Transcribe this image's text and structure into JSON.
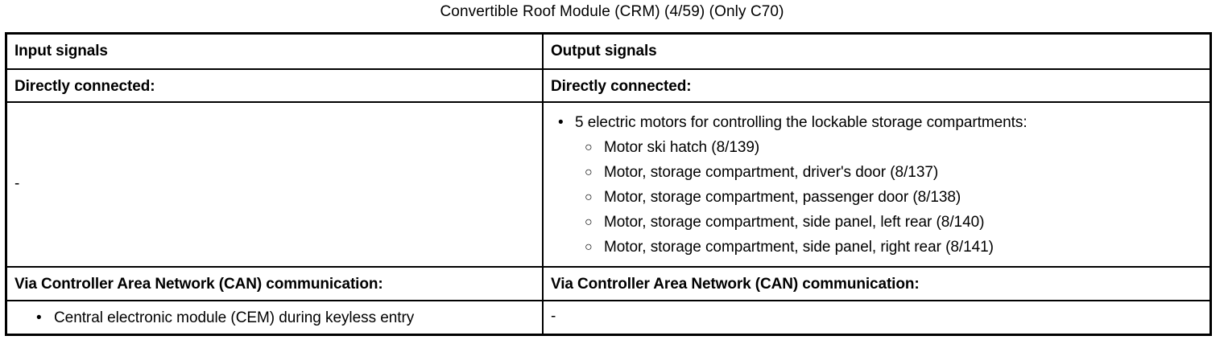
{
  "title": "Convertible Roof Module (CRM) (4/59) (Only C70)",
  "table": {
    "headers": {
      "input": "Input signals",
      "output": "Output signals"
    },
    "section_directly_connected": {
      "input": "Directly connected:",
      "output": "Directly connected:"
    },
    "directly_connected_body": {
      "input_placeholder": "-",
      "output_items": [
        {
          "bullet": "•",
          "text": "5 electric motors for controlling the lockable storage compartments:",
          "subitems": [
            {
              "bullet": "○",
              "text": "Motor ski hatch (8/139)"
            },
            {
              "bullet": "○",
              "text": "Motor, storage compartment, driver's door (8/137)"
            },
            {
              "bullet": "○",
              "text": "Motor, storage compartment, passenger door (8/138)"
            },
            {
              "bullet": "○",
              "text": "Motor, storage compartment, side panel, left rear (8/140)"
            },
            {
              "bullet": "○",
              "text": "Motor, storage compartment, side panel, right rear (8/141)"
            }
          ]
        }
      ]
    },
    "section_can": {
      "input": "Via Controller Area Network (CAN) communication:",
      "output": "Via Controller Area Network (CAN) communication:"
    },
    "can_body": {
      "input_items": [
        {
          "bullet": "•",
          "text": "Central electronic module (CEM) during keyless entry"
        }
      ],
      "output_placeholder": "-"
    }
  }
}
